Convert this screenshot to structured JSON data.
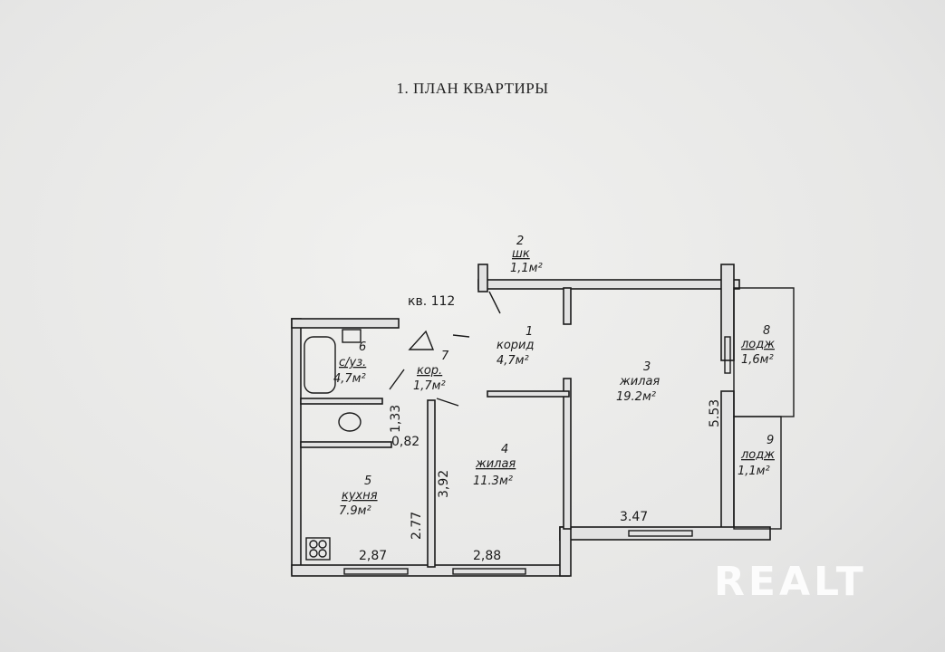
{
  "title": "1. ПЛАН КВАРТИРЫ",
  "apartment": "кв. 112",
  "rooms": [
    {
      "num": "1",
      "name": "корид",
      "area": "4,7м²"
    },
    {
      "num": "2",
      "name": "шк",
      "area": "1,1м²"
    },
    {
      "num": "3",
      "name": "жилая",
      "area": "19.2м²"
    },
    {
      "num": "4",
      "name": "жилая",
      "area": "11.3м²"
    },
    {
      "num": "5",
      "name": "кухня",
      "area": "7.9м²"
    },
    {
      "num": "6",
      "name": "с/уз.",
      "area": "4,7м²"
    },
    {
      "num": "7",
      "name": "кор.",
      "area": "1,7м²"
    },
    {
      "num": "8",
      "name": "лодж",
      "area": "1,6м²"
    },
    {
      "num": "9",
      "name": "лодж",
      "area": "1,1м²"
    }
  ],
  "dimensions": {
    "d133": "1,33",
    "d082": "0,82",
    "d392": "3,92",
    "d277": "2.77",
    "d287": "2,87",
    "d288": "2,88",
    "d347": "3.47",
    "d553": "5.53"
  },
  "watermark": "REALT"
}
